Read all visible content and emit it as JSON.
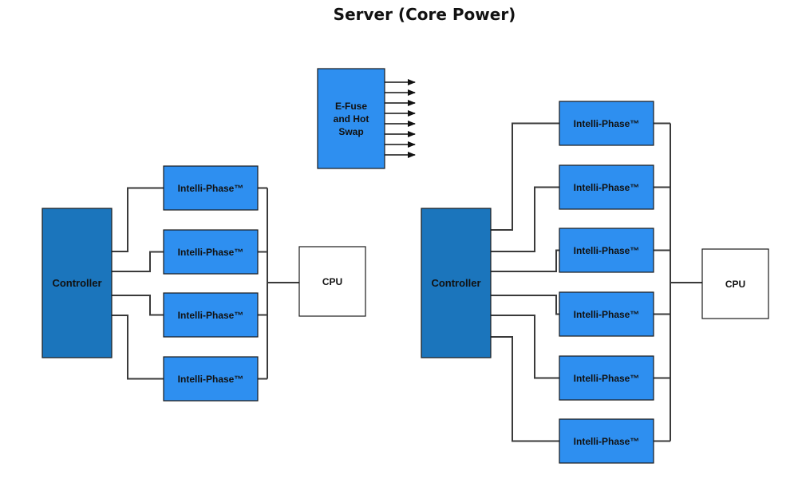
{
  "diagram": {
    "title": "Server (Core Power)",
    "colors": {
      "controller_fill": "#1b75bc",
      "phase_fill": "#2e8ff0",
      "efuse_fill": "#2e8ff0",
      "cpu_fill": "#ffffff",
      "box_stroke": "#1a1a1a",
      "wire": "#3a3a3a"
    },
    "efuse": {
      "label_lines": [
        "E-Fuse",
        "and Hot",
        "Swap"
      ],
      "output_arrows": 8
    },
    "left_system": {
      "controller_label": "Controller",
      "cpu_label": "CPU",
      "phases": [
        "Intelli-Phase™",
        "Intelli-Phase™",
        "Intelli-Phase™",
        "Intelli-Phase™"
      ]
    },
    "right_system": {
      "controller_label": "Controller",
      "cpu_label": "CPU",
      "phases": [
        "Intelli-Phase™",
        "Intelli-Phase™",
        "Intelli-Phase™",
        "Intelli-Phase™",
        "Intelli-Phase™",
        "Intelli-Phase™"
      ]
    }
  }
}
